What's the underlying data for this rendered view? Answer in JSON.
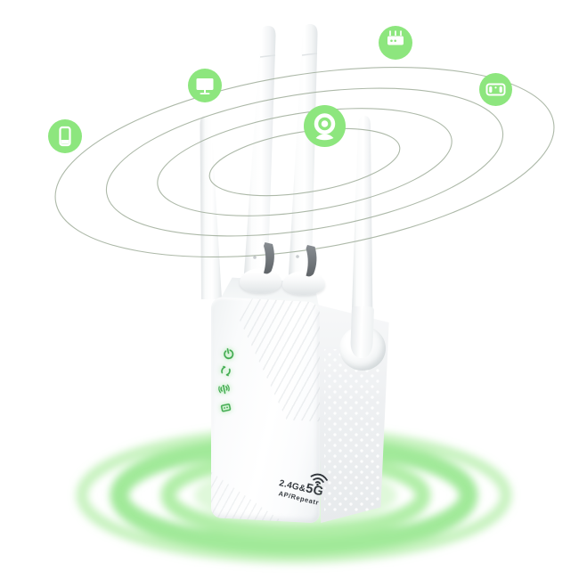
{
  "product": {
    "label": {
      "line1_small": "2.4G&",
      "line1_large": "5G",
      "line2": "AP/Repeatr"
    }
  },
  "orbit_icons": [
    {
      "name": "smartphone-icon"
    },
    {
      "name": "monitor-icon"
    },
    {
      "name": "router-icon"
    },
    {
      "name": "game-console-icon"
    },
    {
      "name": "webcam-icon"
    }
  ],
  "status_leds": [
    {
      "name": "power-led-icon"
    },
    {
      "name": "wps-led-icon"
    },
    {
      "name": "signal-led-icon"
    },
    {
      "name": "lan-led-icon"
    }
  ],
  "colors": {
    "badge_green": "#8de67e",
    "orbit_ring": "#9fad9a",
    "glow_green": "#9ce893",
    "led_green": "#3da94c",
    "label_text": "#363b40",
    "device_white": "#fbfcfd",
    "background": "#ffffff"
  }
}
